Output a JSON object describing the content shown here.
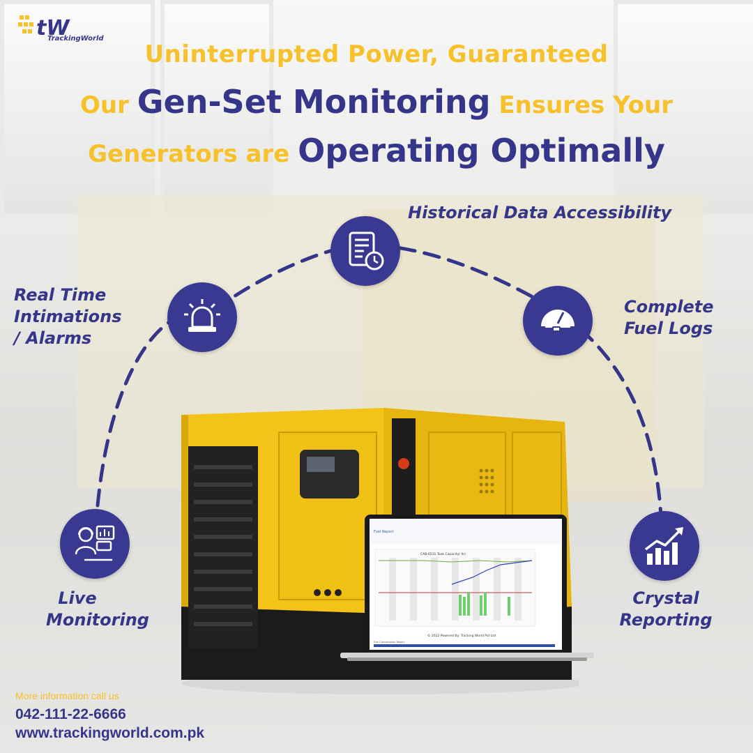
{
  "brand": {
    "name": "TrackingWorld",
    "logo_letters": "tW"
  },
  "headline": {
    "line1": "Uninterrupted Power, Guaranteed",
    "line2_pre": "Our",
    "line2_big": "Gen-Set Monitoring",
    "line2_post": "Ensures Your",
    "line3_pre": "Generators are",
    "line3_big": "Operating Optimally"
  },
  "features": {
    "historical": "Historical Data Accessibility",
    "alarms": [
      "Real Time",
      "Intimations",
      "/ Alarms"
    ],
    "fuel": [
      "Complete",
      "Fuel Logs"
    ],
    "live": [
      "Live",
      "Monitoring"
    ],
    "reporting": [
      "Crystal",
      "Reporting"
    ]
  },
  "icons": {
    "historical": "document-clock-icon",
    "alarms": "siren-icon",
    "fuel": "fuel-gauge-icon",
    "live": "operator-dashboard-icon",
    "reporting": "growth-chart-icon"
  },
  "laptop": {
    "report_title": "Fuel Report",
    "chart_title": "CAB-6511      Tank Capacity( ltr)",
    "footer": "© 2022 Powered By: Tracking World Pvt Ltd",
    "table_title": "Fuel Consumption Report"
  },
  "contact": {
    "info": "More information call us",
    "phone": "042-111-22-6666",
    "website": "www.trackingworld.com.pk"
  },
  "colors": {
    "navy": "#35368a",
    "yellow": "#f6c12b",
    "generator": "#f3c417"
  }
}
